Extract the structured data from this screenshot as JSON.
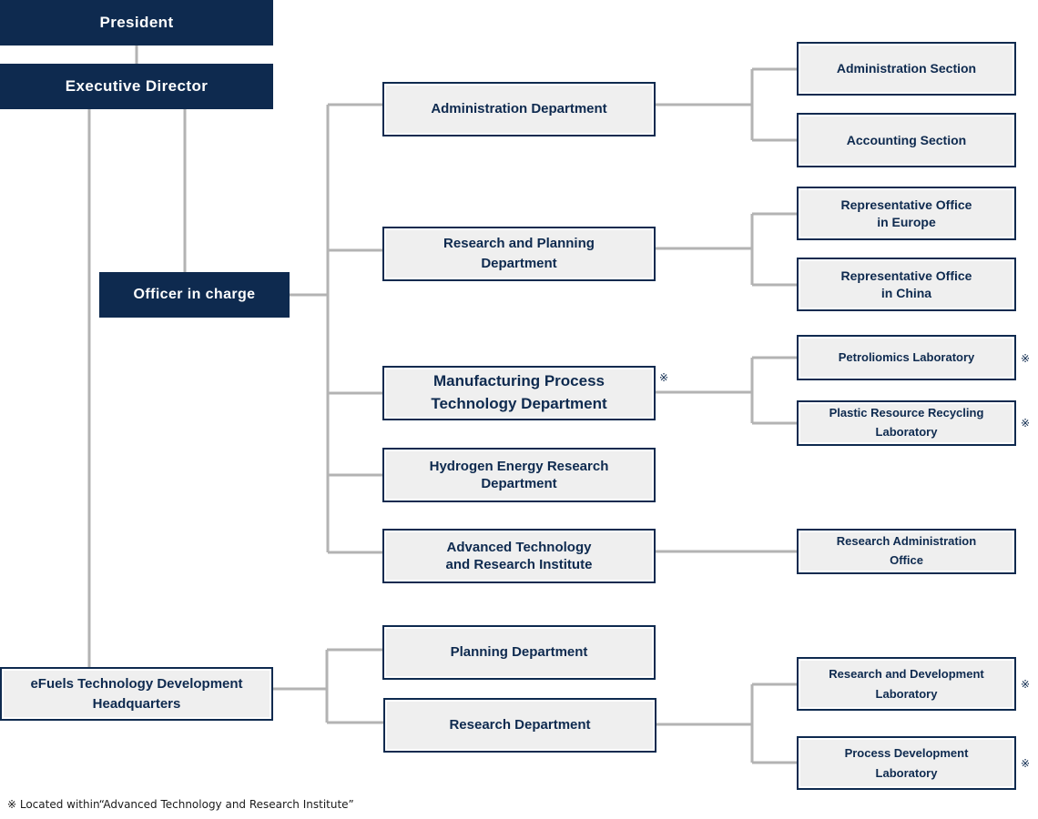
{
  "top": {
    "president": "President",
    "executive_director": "Executive Director",
    "officer_in_charge": "Officer in charge",
    "efuels_hq": "eFuels Technology Development\nHeadquarters"
  },
  "departments": {
    "administration": "Administration Department",
    "research_planning": "Research and Planning\nDepartment",
    "manufacturing": "Manufacturing Process\nTechnology Department",
    "hydrogen": "Hydrogen Energy Research\nDepartment",
    "advanced": "Advanced Technology\nand Research Institute",
    "planning": "Planning Department",
    "research": "Research Department"
  },
  "sections": {
    "admin_section": "Administration Section",
    "accounting_section": "Accounting Section",
    "rep_europe": "Representative Office\nin Europe",
    "rep_china": "Representative Office\nin China",
    "petroliomics": "Petroliomics Laboratory",
    "plastic": "Plastic Resource Recycling\nLaboratory",
    "research_admin_office": "Research Administration\nOffice",
    "rd_lab": "Research and Development\nLaboratory",
    "process_lab": "Process Development\nLaboratory"
  },
  "marker": "※",
  "footnote": "※ Located within“Advanced Technology and Research Institute”",
  "colors": {
    "navy": "#0e2a4f",
    "box_fill": "#efefef",
    "connector": "#b3b3b3"
  }
}
